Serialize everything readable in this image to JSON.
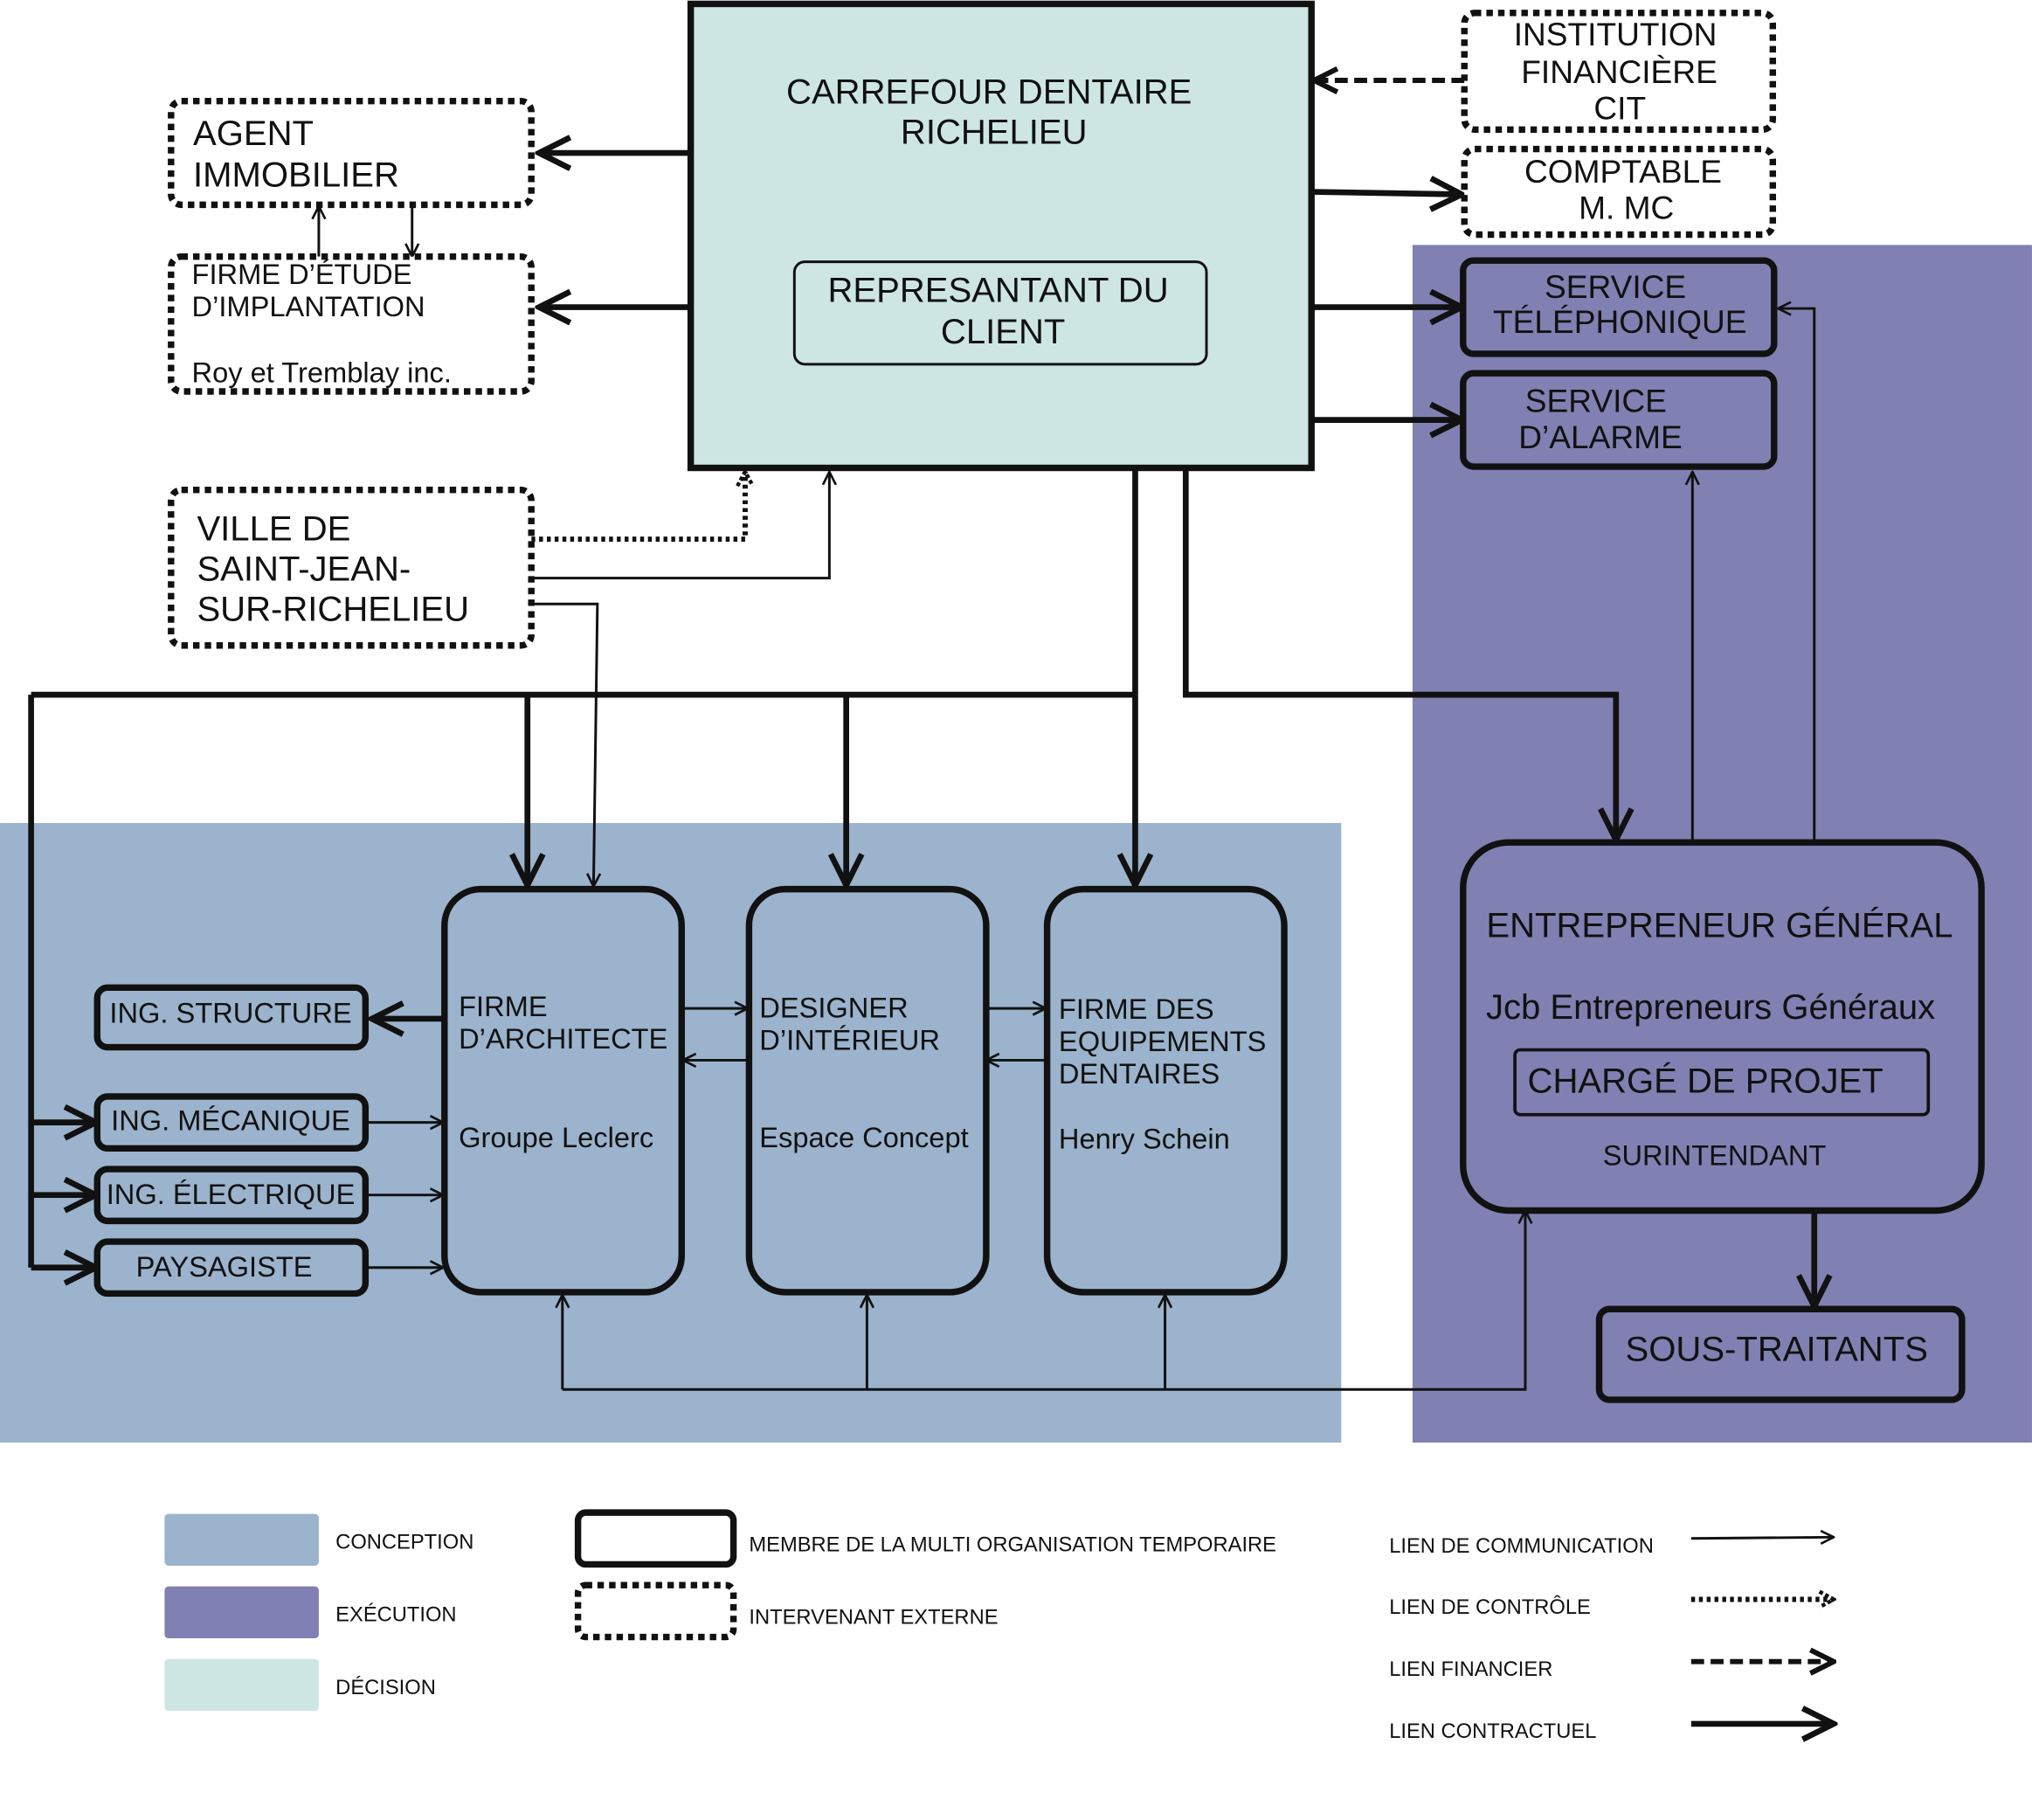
{
  "colors": {
    "conception": "#9bb3cc",
    "execution": "#8180b2",
    "decision": "#cde6e4",
    "line": "#111111"
  },
  "nodes": {
    "carrefour": {
      "lines": [
        "CARREFOUR DENTAIRE",
        "RICHELIEU"
      ]
    },
    "representant": {
      "lines": [
        "REPRESANTANT DU",
        "CLIENT"
      ]
    },
    "agent": {
      "lines": [
        "AGENT",
        "IMMOBILIER"
      ]
    },
    "firme_etude": {
      "lines": [
        "FIRME D’ÉTUDE",
        "D’IMPLANTATION"
      ],
      "company": "Roy et Tremblay inc."
    },
    "ville": {
      "lines": [
        "VILLE DE",
        "SAINT-JEAN-",
        "SUR-RICHELIEU"
      ]
    },
    "institution": {
      "lines": [
        "INSTITUTION",
        "FINANCIÈRE",
        "CIT"
      ]
    },
    "comptable": {
      "lines": [
        "COMPTABLE",
        "M. MC"
      ]
    },
    "service_tel": {
      "lines": [
        "SERVICE",
        "TÉLÉPHONIQUE"
      ]
    },
    "service_alarme": {
      "lines": [
        "SERVICE",
        "D’ALARME"
      ]
    },
    "entrepreneur": {
      "lines": [
        "ENTREPRENEUR GÉNÉRAL"
      ],
      "company": "Jcb Entrepreneurs Généraux",
      "charge": "CHARGÉ DE PROJET",
      "surintendant": "SURINTENDANT"
    },
    "sous_traitants": {
      "lines": [
        "SOUS-TRAITANTS"
      ]
    },
    "architecte": {
      "lines": [
        "FIRME",
        "D’ARCHITECTE"
      ],
      "company": "Groupe Leclerc"
    },
    "designer": {
      "lines": [
        "DESIGNER",
        "D’INTÉRIEUR"
      ],
      "company": "Espace Concept"
    },
    "equipements": {
      "lines": [
        "FIRME DES",
        "EQUIPEMENTS",
        "DENTAIRES"
      ],
      "company": "Henry Schein"
    },
    "ing_structure": {
      "lines": [
        "ING. STRUCTURE"
      ]
    },
    "ing_mecanique": {
      "lines": [
        "ING. MÉCANIQUE"
      ]
    },
    "ing_electrique": {
      "lines": [
        "ING. ÉLECTRIQUE"
      ]
    },
    "paysagiste": {
      "lines": [
        "PAYSAGISTE"
      ]
    }
  },
  "legend": {
    "zones": [
      "CONCEPTION",
      "EXÉCUTION",
      "DÉCISION"
    ],
    "borders": [
      "MEMBRE DE LA MULTI ORGANISATION TEMPORAIRE",
      "INTERVENANT EXTERNE"
    ],
    "links": [
      "LIEN DE COMMUNICATION",
      "LIEN DE CONTRÔLE",
      "LIEN FINANCIER",
      "LIEN CONTRACTUEL"
    ]
  }
}
